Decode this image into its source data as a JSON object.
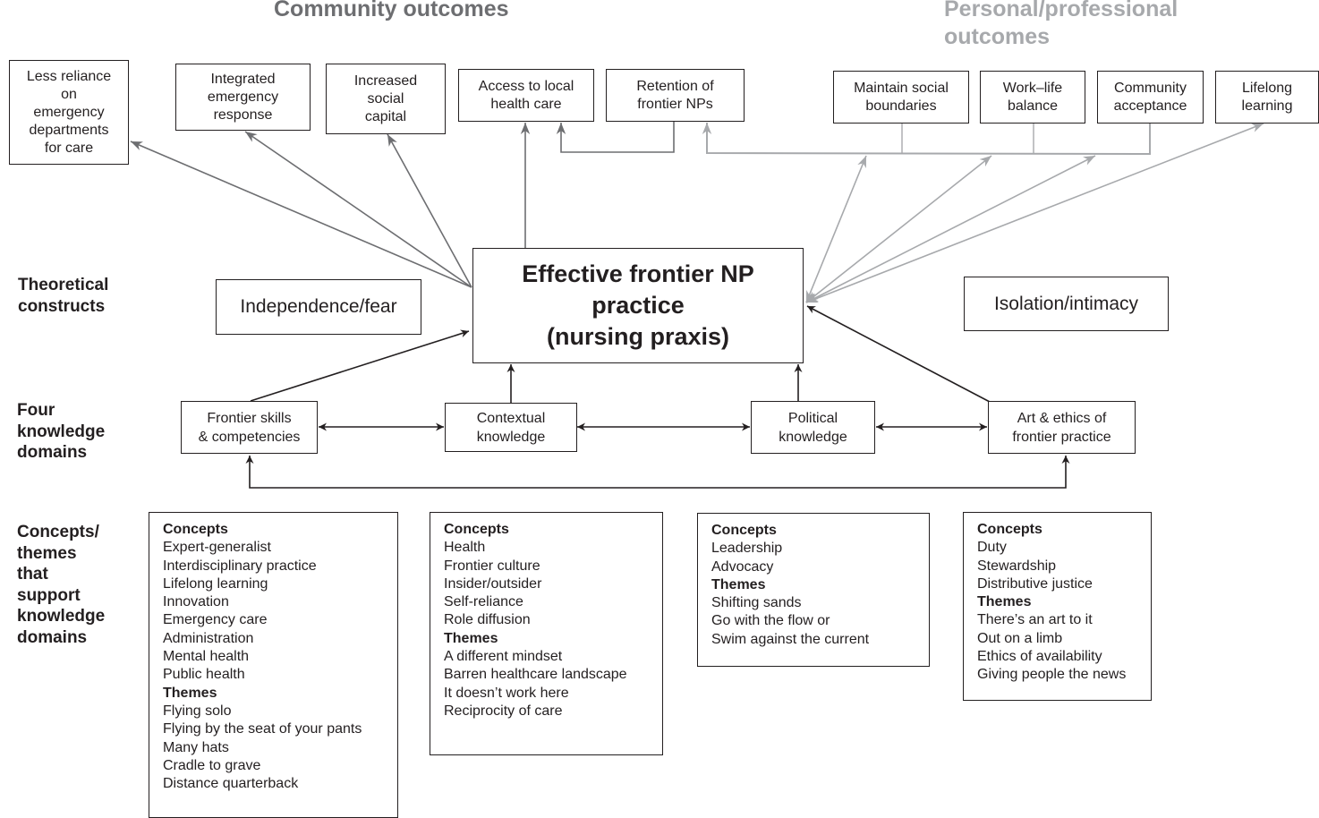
{
  "titles": {
    "community": "Community outcomes",
    "personal": "Personal/professional\noutcomes"
  },
  "row_labels": {
    "theoretical": "Theoretical\nconstructs",
    "domains": "Four\nknowledge\ndomains",
    "concepts": "Concepts/\nthemes\nthat\nsupport\nknowledge\ndomains"
  },
  "community_outcomes": [
    {
      "id": "less-reliance",
      "label": "Less reliance\non\nemergency\ndepartments\nfor care"
    },
    {
      "id": "integrated-emergency",
      "label": "Integrated\nemergency\nresponse"
    },
    {
      "id": "social-capital",
      "label": "Increased\nsocial\ncapital"
    },
    {
      "id": "access-local-care",
      "label": "Access to local\nhealth care"
    },
    {
      "id": "retention",
      "label": "Retention of\nfrontier NPs"
    }
  ],
  "personal_outcomes": [
    {
      "id": "social-boundaries",
      "label": "Maintain social\nboundaries"
    },
    {
      "id": "work-life",
      "label": "Work–life\nbalance"
    },
    {
      "id": "community-acceptance",
      "label": "Community\nacceptance"
    },
    {
      "id": "lifelong-learning",
      "label": "Lifelong\nlearning"
    }
  ],
  "constructs": {
    "left": "Independence/fear",
    "right": "Isolation/intimacy"
  },
  "central": "Effective frontier NP\npractice\n(nursing praxis)",
  "domains": [
    {
      "id": "frontier-skills",
      "label": "Frontier skills\n& competencies"
    },
    {
      "id": "contextual",
      "label": "Contextual\nknowledge"
    },
    {
      "id": "political",
      "label": "Political\nknowledge"
    },
    {
      "id": "art-ethics",
      "label": "Art & ethics of\nfrontier practice"
    }
  ],
  "concept_boxes": [
    {
      "id": "frontier-skills",
      "sections": [
        {
          "heading": "Concepts",
          "items": [
            "Expert-generalist",
            "Interdisciplinary practice",
            "Lifelong learning",
            "Innovation",
            "Emergency care",
            "Administration",
            "Mental health",
            "Public health"
          ]
        },
        {
          "heading": "Themes",
          "items": [
            "Flying solo",
            "Flying by the seat of your pants",
            "Many hats",
            "Cradle to grave",
            "Distance quarterback"
          ]
        }
      ]
    },
    {
      "id": "contextual",
      "sections": [
        {
          "heading": "Concepts",
          "items": [
            "Health",
            "Frontier culture",
            "Insider/outsider",
            "Self-reliance",
            "Role diffusion"
          ]
        },
        {
          "heading": "Themes",
          "items": [
            "A different mindset",
            "Barren healthcare landscape",
            "It doesn’t work here",
            "Reciprocity of care"
          ]
        }
      ]
    },
    {
      "id": "political",
      "sections": [
        {
          "heading": "Concepts",
          "items": [
            "Leadership",
            "Advocacy"
          ]
        },
        {
          "heading": "Themes",
          "items": [
            "Shifting sands",
            "Go with the flow or",
            "Swim against the current"
          ]
        }
      ]
    },
    {
      "id": "art-ethics",
      "sections": [
        {
          "heading": "Concepts",
          "items": [
            "Duty",
            "Stewardship",
            "Distributive justice"
          ]
        },
        {
          "heading": "Themes",
          "items": [
            "There’s an art to it",
            "Out on a limb",
            "Ethics of availability",
            "Giving people the news"
          ]
        }
      ]
    }
  ],
  "colors": {
    "ink": "#231f20",
    "community_arrow": "#6d6e71",
    "personal_arrow": "#a7a9ac"
  }
}
